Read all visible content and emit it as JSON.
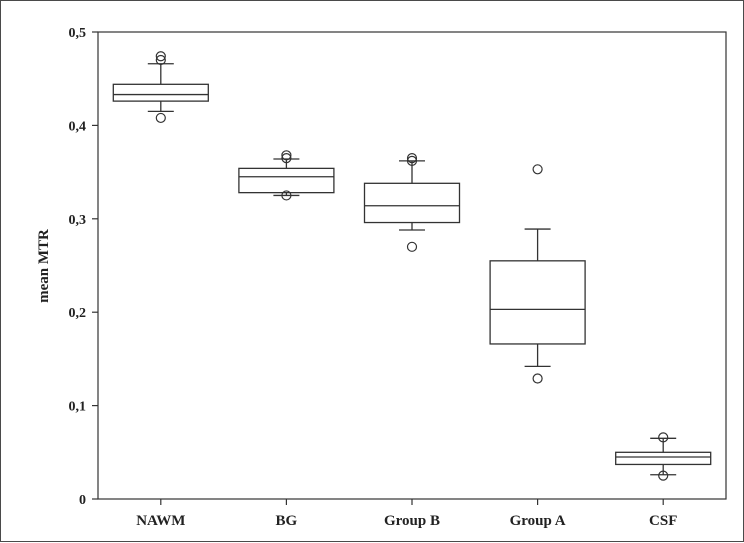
{
  "chart_data": {
    "type": "boxplot",
    "title": "",
    "xlabel": "",
    "ylabel": "mean MTR",
    "ylim": [
      0,
      0.5
    ],
    "yticks": [
      {
        "value": 0,
        "label": "0"
      },
      {
        "value": 0.1,
        "label": "0,1"
      },
      {
        "value": 0.2,
        "label": "0,2"
      },
      {
        "value": 0.3,
        "label": "0,3"
      },
      {
        "value": 0.4,
        "label": "0,4"
      },
      {
        "value": 0.5,
        "label": "0,5"
      }
    ],
    "categories": [
      "NAWM",
      "BG",
      "Group B",
      "Group A",
      "CSF"
    ],
    "boxes": [
      {
        "category": "NAWM",
        "whisker_low": 0.415,
        "q1": 0.426,
        "median": 0.433,
        "q3": 0.444,
        "whisker_high": 0.466,
        "outliers": [
          0.408,
          0.47,
          0.474
        ]
      },
      {
        "category": "BG",
        "whisker_low": 0.325,
        "q1": 0.328,
        "median": 0.345,
        "q3": 0.354,
        "whisker_high": 0.364,
        "outliers": [
          0.325,
          0.365,
          0.368
        ]
      },
      {
        "category": "Group B",
        "whisker_low": 0.288,
        "q1": 0.296,
        "median": 0.314,
        "q3": 0.338,
        "whisker_high": 0.362,
        "outliers": [
          0.27,
          0.362,
          0.365
        ]
      },
      {
        "category": "Group A",
        "whisker_low": 0.142,
        "q1": 0.166,
        "median": 0.203,
        "q3": 0.255,
        "whisker_high": 0.289,
        "outliers": [
          0.129,
          0.353
        ]
      },
      {
        "category": "CSF",
        "whisker_low": 0.026,
        "q1": 0.037,
        "median": 0.045,
        "q3": 0.05,
        "whisker_high": 0.065,
        "outliers": [
          0.025,
          0.066
        ]
      }
    ],
    "grid": false,
    "legend": "none"
  }
}
